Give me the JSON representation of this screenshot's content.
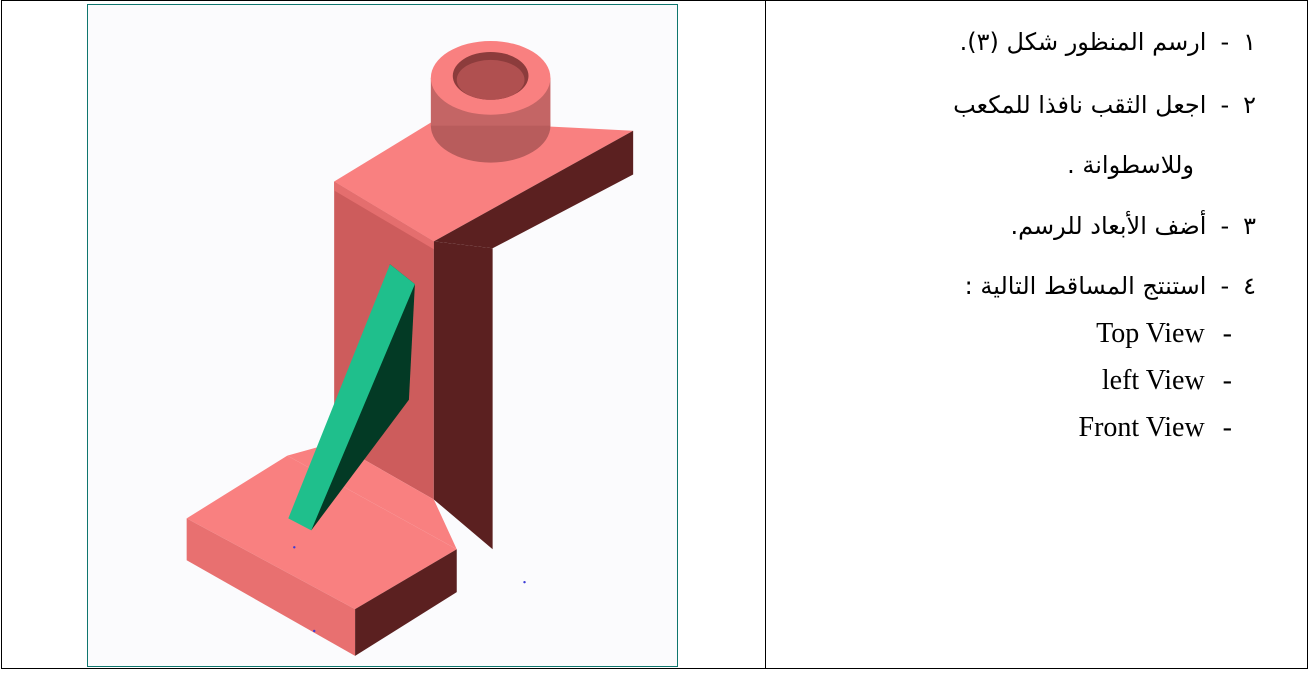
{
  "instructions": [
    {
      "num": "١",
      "dash": "-",
      "text": "ارسم المنظور شكل (٣)."
    },
    {
      "num": "٢",
      "dash": "-",
      "text": "اجعل الثقب نافذا للمكعب"
    },
    {
      "num": "٣",
      "dash": "-",
      "text": "أضف الأبعاد للرسم."
    },
    {
      "num": "٤",
      "dash": "-",
      "text": "استنتج المساقط التالية :"
    }
  ],
  "instruction_2_continued": "وللاسطوانة .",
  "views": [
    {
      "label": "Top View",
      "dash": "-"
    },
    {
      "label": "left View",
      "dash": "-"
    },
    {
      "label": "Front View",
      "dash": "-"
    }
  ],
  "figure": {
    "description_colors": {
      "body_light": "#f98080",
      "body_mid": "#cd5c5c",
      "body_dark": "#5b2020",
      "rib_light": "#1fbf8c",
      "rib_dark": "#033a25",
      "frame_border": "#0f766e"
    }
  }
}
